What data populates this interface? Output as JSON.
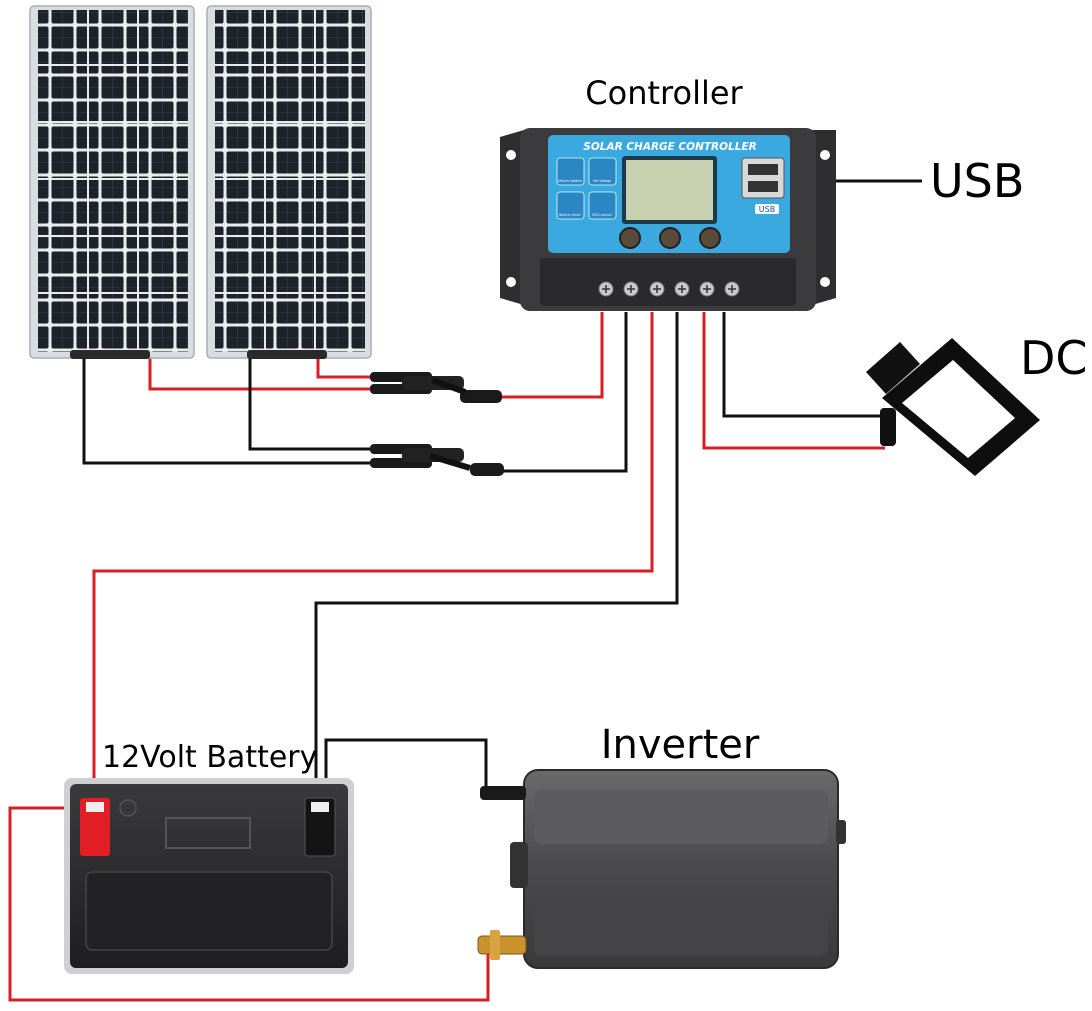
{
  "labels": {
    "controller": "Controller",
    "usb": "USB",
    "dc": "DC",
    "battery": "12Volt Battery",
    "inverter": "Inverter"
  },
  "controller_panel": {
    "header": "SOLAR CHARGE CONTROLLER",
    "icon_texts": [
      "Lithium battery",
      "Set Voltage",
      "Build-in timer",
      "MCU control"
    ],
    "usb_badge": "USB"
  },
  "colors": {
    "wire_positive": "#d91f26",
    "wire_negative": "#111111",
    "controller_face": "#39a9e0",
    "controller_body": "#3b3b3d",
    "panel_cell": "#1f232b",
    "inverter_body": "#4a4a4c",
    "battery_body": "#2b2b2d"
  }
}
